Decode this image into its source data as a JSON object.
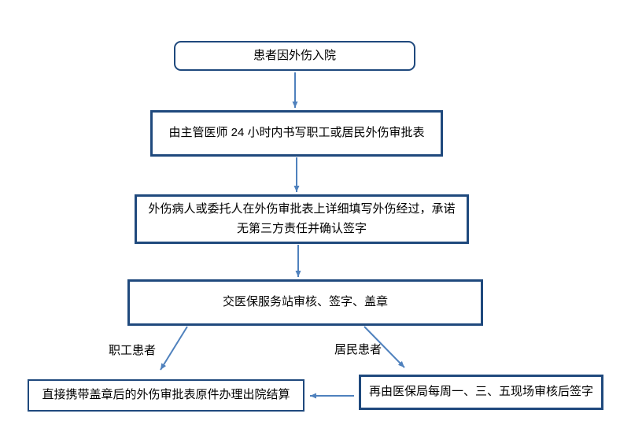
{
  "colors": {
    "node_border": "#1F497D",
    "arrow": "#4F81BD",
    "text": "#000000",
    "background": "#ffffff"
  },
  "diagram": {
    "type": "flowchart",
    "direction": "top-down",
    "nodes": [
      {
        "id": "admission",
        "shape": "rounded-rect",
        "label": "患者因外伤入院"
      },
      {
        "id": "doctor-form",
        "shape": "rect",
        "label": "由主管医师 24 小时内书写职工或居民外伤审批表"
      },
      {
        "id": "patient-fill",
        "shape": "rect",
        "label": "外伤病人或委托人在外伤审批表上详细填写外伤经过，承诺\n无第三方责任并确认签字"
      },
      {
        "id": "service-station",
        "shape": "rect",
        "label": "交医保服务站审核、签字、盖章"
      },
      {
        "id": "employee-settle",
        "shape": "rect",
        "label": "直接携带盖章后的外伤审批表原件办理出院结算"
      },
      {
        "id": "bureau-review",
        "shape": "rect",
        "label": "再由医保局每周一、三、五现场审核后签字"
      }
    ],
    "edges": [
      {
        "from": "admission",
        "to": "doctor-form",
        "label": ""
      },
      {
        "from": "doctor-form",
        "to": "patient-fill",
        "label": ""
      },
      {
        "from": "patient-fill",
        "to": "service-station",
        "label": ""
      },
      {
        "from": "service-station",
        "to": "employee-settle",
        "label": "职工患者"
      },
      {
        "from": "service-station",
        "to": "bureau-review",
        "label": "居民患者"
      },
      {
        "from": "bureau-review",
        "to": "employee-settle",
        "label": ""
      }
    ]
  }
}
